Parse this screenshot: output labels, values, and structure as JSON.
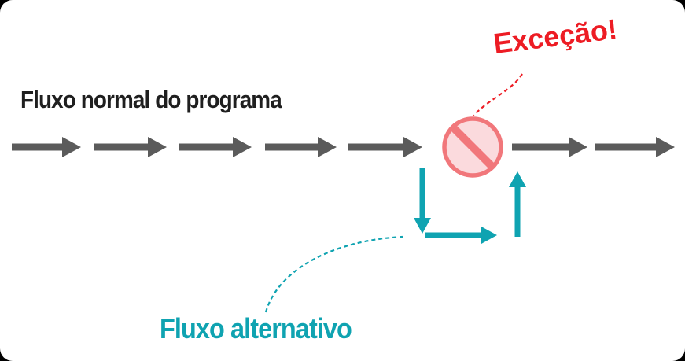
{
  "diagram": {
    "labels": {
      "normal_flow": "Fluxo normal do programa",
      "exception": "Exceção!",
      "alternative_flow": "Fluxo alternativo"
    },
    "icons": {
      "prohibition": "no-entry-sign"
    },
    "colors": {
      "background": "#ffffff",
      "text_black": "#1f1f1f",
      "arrow_gray": "#5b5b5b",
      "teal": "#0fa3b1",
      "exception_red": "#ed1c24",
      "prohibition_stroke": "#f1777b",
      "prohibition_fill": "#fbdadd"
    }
  }
}
